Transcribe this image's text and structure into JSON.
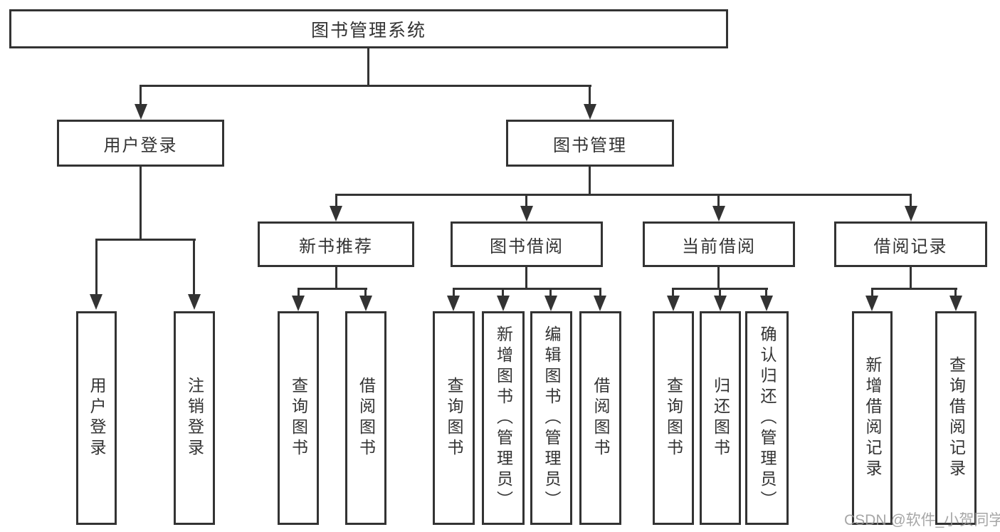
{
  "tree": {
    "label": "图书管理系统",
    "children": [
      {
        "label": "用户登录",
        "children": [
          {
            "label": "用户登录"
          },
          {
            "label": "注销登录"
          }
        ]
      },
      {
        "label": "图书管理",
        "children": [
          {
            "label": "新书推荐",
            "children": [
              {
                "label": "查询图书"
              },
              {
                "label": "借阅图书"
              }
            ]
          },
          {
            "label": "图书借阅",
            "children": [
              {
                "label": "查询图书"
              },
              {
                "label": "新增图书（管理员）"
              },
              {
                "label": "编辑图书（管理员）"
              },
              {
                "label": "借阅图书"
              }
            ]
          },
          {
            "label": "当前借阅",
            "children": [
              {
                "label": "查询图书"
              },
              {
                "label": "归还图书"
              },
              {
                "label": "确认归还（管理员）"
              }
            ]
          },
          {
            "label": "借阅记录",
            "children": [
              {
                "label": "新增借阅记录"
              },
              {
                "label": "查询借阅记录"
              }
            ]
          }
        ]
      }
    ]
  },
  "watermark": {
    "text": "CSDN @软件_小贺同学"
  },
  "colors": {
    "line": "#333333",
    "background": "#ffffff",
    "watermark": "#969696"
  }
}
